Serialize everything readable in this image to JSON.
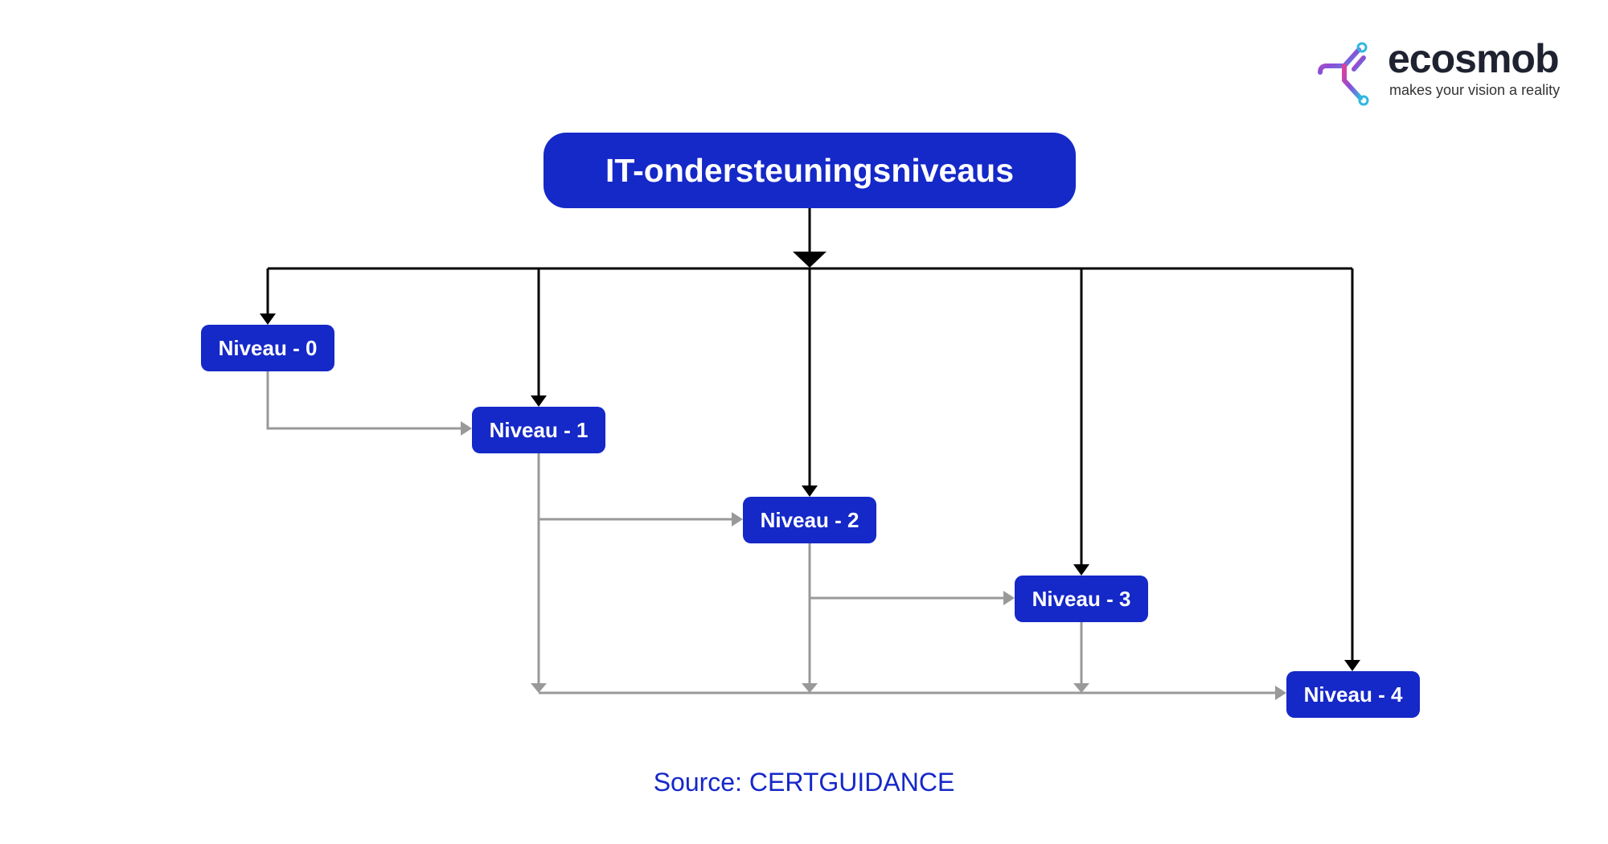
{
  "diagram": {
    "title": "IT-ondersteuningsniveaus",
    "levels": [
      {
        "label": "Niveau - 0"
      },
      {
        "label": "Niveau - 1"
      },
      {
        "label": "Niveau - 2"
      },
      {
        "label": "Niveau - 3"
      },
      {
        "label": "Niveau - 4"
      }
    ],
    "edges": {
      "from_title": [
        "Niveau - 0",
        "Niveau - 1",
        "Niveau - 2",
        "Niveau - 3",
        "Niveau - 4"
      ],
      "escalations": [
        {
          "from": "Niveau - 0",
          "to": "Niveau - 1"
        },
        {
          "from": "Niveau - 1",
          "to": "Niveau - 2"
        },
        {
          "from": "Niveau - 2",
          "to": "Niveau - 3"
        },
        {
          "from": "Niveau - 1",
          "to": "Niveau - 4"
        },
        {
          "from": "Niveau - 2",
          "to": "Niveau - 4"
        },
        {
          "from": "Niveau - 3",
          "to": "Niveau - 4"
        }
      ]
    }
  },
  "source": "Source: CERTGUIDANCE",
  "logo": {
    "name": "ecosmob",
    "tagline": "makes your vision a reality"
  },
  "colors": {
    "node_fill": "#1528c8",
    "node_text": "#ffffff",
    "primary_connector": "#000000",
    "secondary_connector": "#999999",
    "source_text": "#1528c8"
  }
}
